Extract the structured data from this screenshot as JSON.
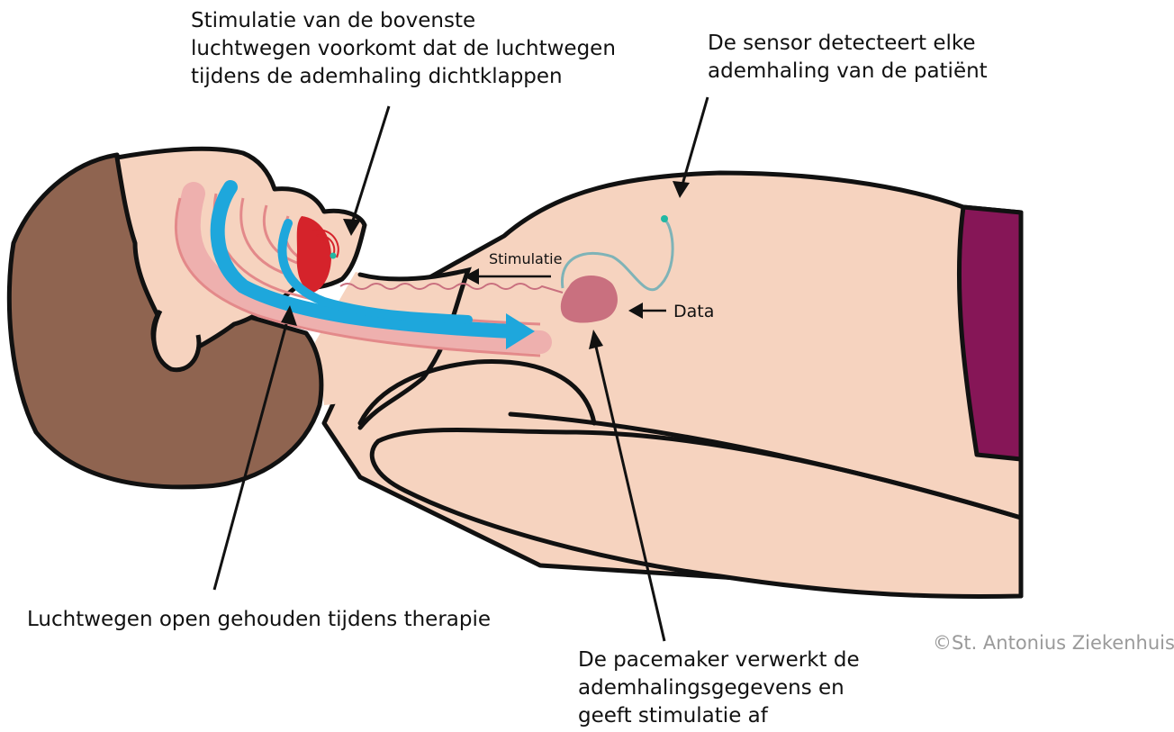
{
  "labels": {
    "upper_airway": [
      "Stimulatie van de bovenste",
      "luchtwegen voorkomt dat de luchtwegen",
      "tijdens de ademhaling dichtklappen"
    ],
    "sensor": [
      "De sensor detecteert elke",
      "ademhaling van de patiënt"
    ],
    "stimulatie": "Stimulatie",
    "data": "Data",
    "airway_open": "Luchtwegen open gehouden tijdens therapie",
    "pacemaker": [
      "De pacemaker verwerkt de",
      "ademhalingsgegevens en",
      "geeft stimulatie af"
    ],
    "copyright": "©St. Antonius Ziekenhuis"
  },
  "colors": {
    "skin": "#f6d3bf",
    "hair": "#8f6450",
    "clothing": "#861657",
    "airway_pink": "#e8a3a3",
    "airflow_blue": "#1ea7dc",
    "tongue_red": "#d5232b",
    "pacemaker": "#c9707f",
    "lead_wire": "#7fb3b7",
    "outline": "#111111"
  }
}
